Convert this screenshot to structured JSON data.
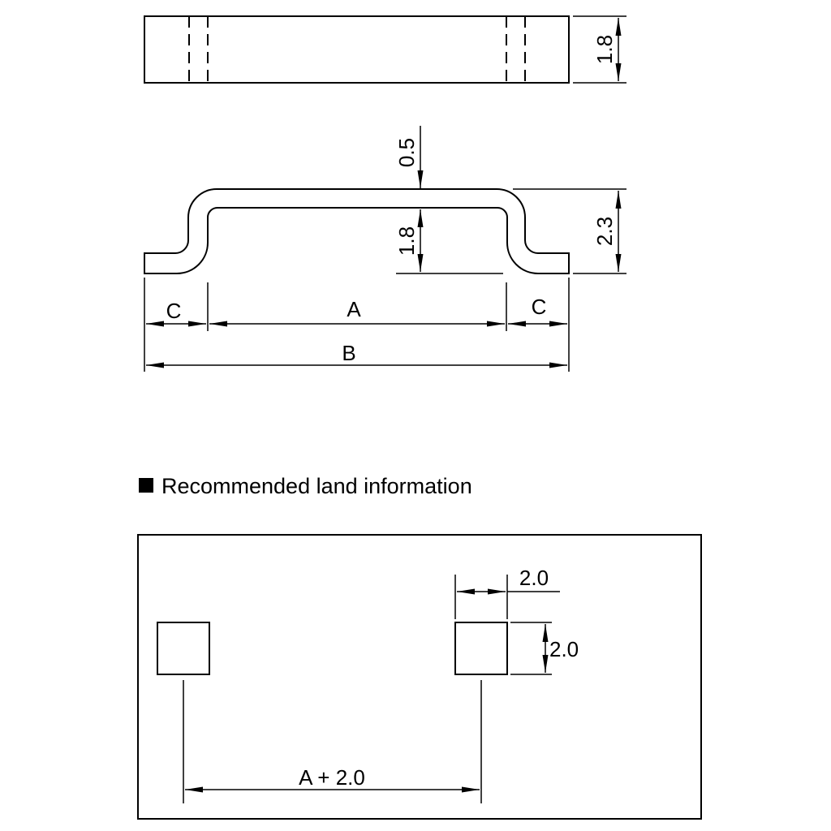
{
  "top_view": {
    "height_label": "1.8"
  },
  "side_view": {
    "thickness_label": "0.5",
    "inner_height_label": "1.8",
    "total_height_label": "2.3",
    "left_foot_label": "C",
    "center_span_label": "A",
    "right_foot_label": "C",
    "overall_length_label": "B"
  },
  "land_section": {
    "title": "Recommended land information",
    "pad_width_label": "2.0",
    "pad_height_label": "2.0",
    "pad_pitch_label": "A + 2.0"
  }
}
